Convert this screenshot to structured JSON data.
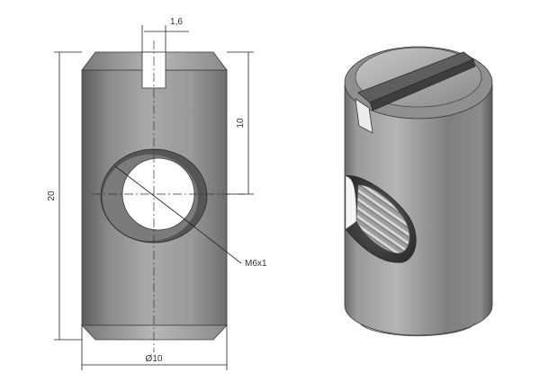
{
  "dimensions": {
    "slot_width": "1,6",
    "hole_offset": "10",
    "total_length": "20",
    "diameter": "Ø10",
    "thread": "M6x1"
  }
}
